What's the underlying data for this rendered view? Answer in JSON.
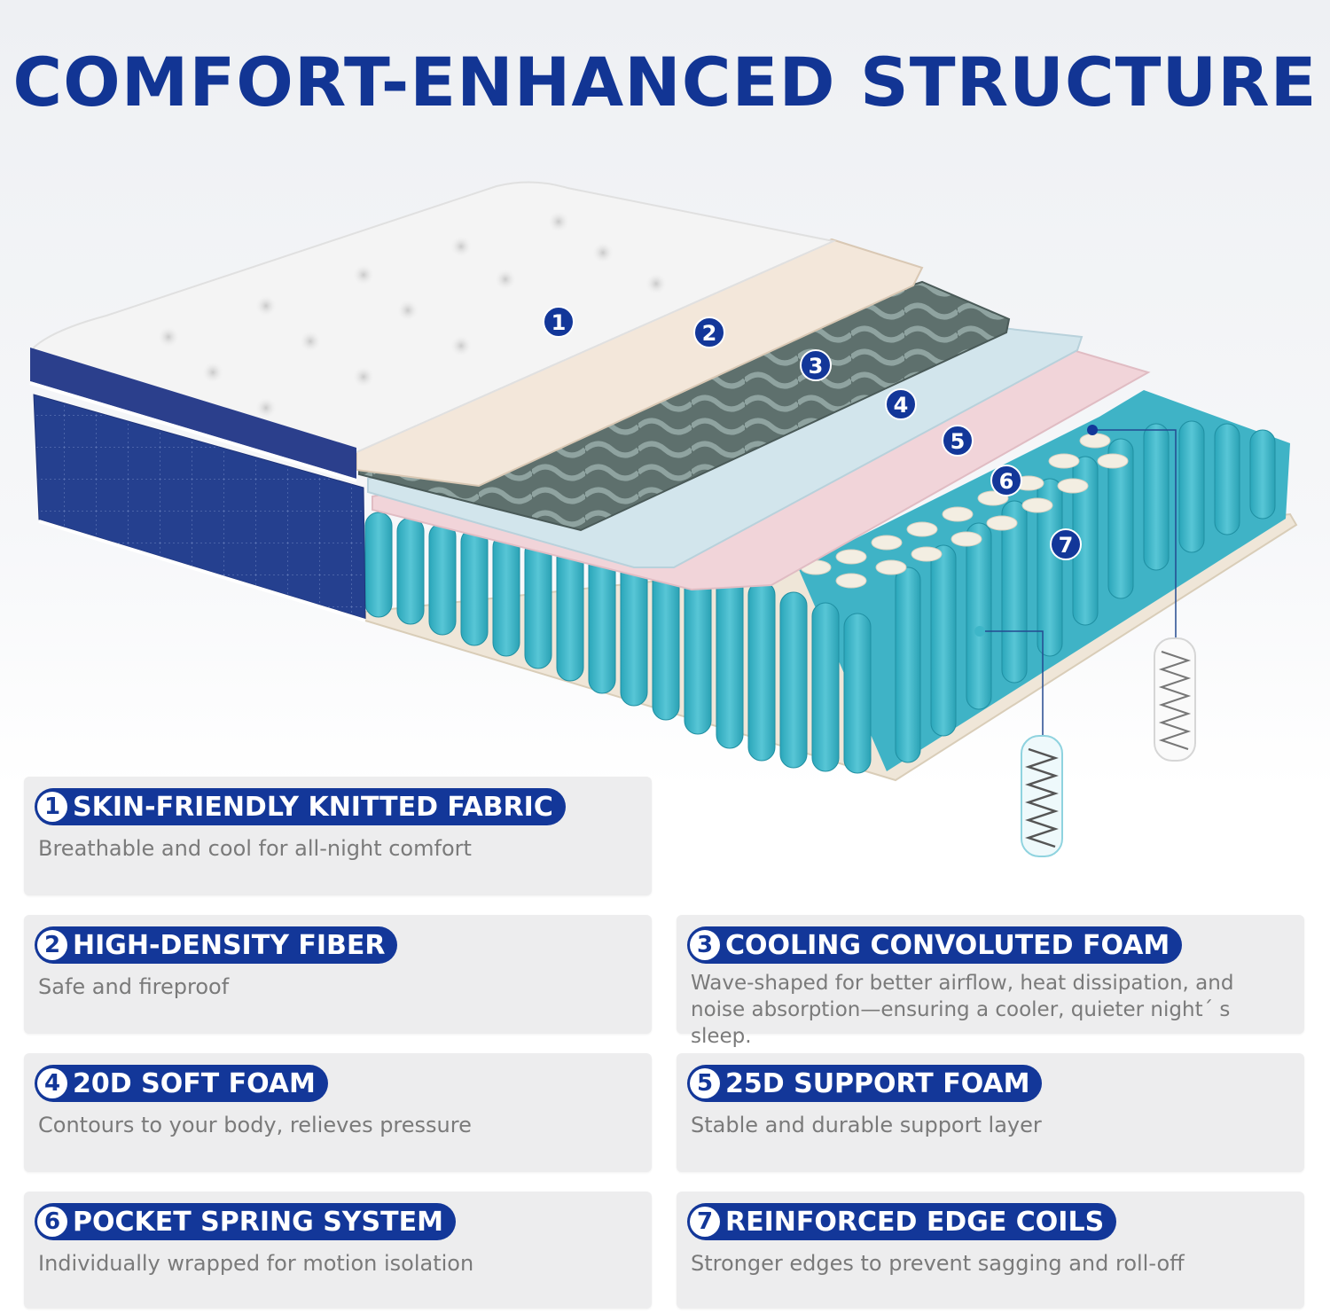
{
  "title": "COMFORT-ENHANCED STRUCTURE",
  "colors": {
    "brand_blue": "#133799",
    "card_bg": "#ededee",
    "description_text": "#7a7a7a",
    "coil_teal": "#3eb6c8"
  },
  "diagram": {
    "markers": [
      "1",
      "2",
      "3",
      "4",
      "5",
      "6",
      "7"
    ]
  },
  "features": [
    {
      "number": "1",
      "title": "SKIN-FRIENDLY KNITTED FABRIC",
      "description": "Breathable and cool for all-night comfort"
    },
    {
      "number": "2",
      "title": "HIGH-DENSITY FIBER",
      "description": "Safe and fireproof"
    },
    {
      "number": "3",
      "title": "COOLING CONVOLUTED FOAM",
      "description": "Wave-shaped for better airflow, heat dissipation, and noise absorption—ensuring a cooler, quieter night´ s sleep."
    },
    {
      "number": "4",
      "title": "20D SOFT FOAM",
      "description": "Contours to your body, relieves pressure"
    },
    {
      "number": "5",
      "title": "25D SUPPORT FOAM",
      "description": "Stable and durable support layer"
    },
    {
      "number": "6",
      "title": "POCKET SPRING SYSTEM",
      "description": "Individually wrapped for motion isolation"
    },
    {
      "number": "7",
      "title": "REINFORCED EDGE COILS",
      "description": "Stronger edges to prevent sagging and roll-off"
    }
  ]
}
